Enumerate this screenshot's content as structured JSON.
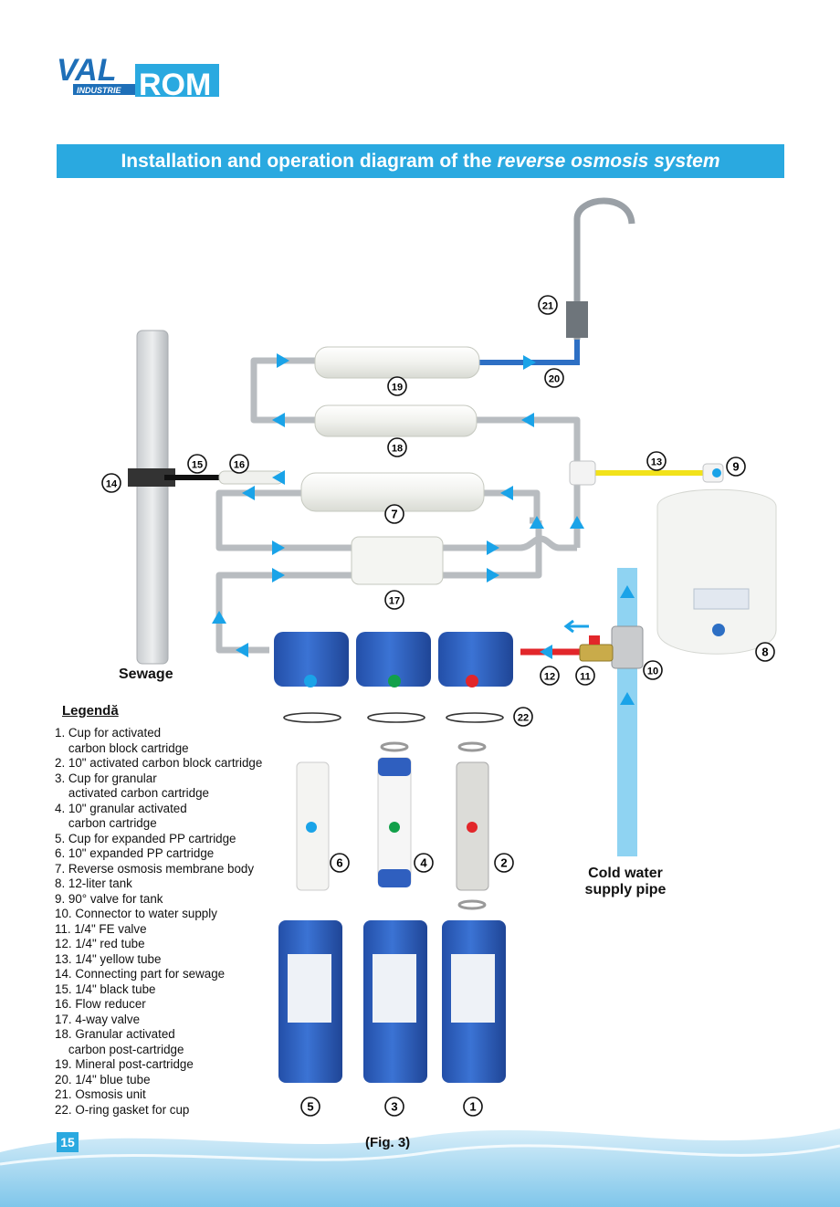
{
  "brand": {
    "logo_top": "VAL",
    "logo_rom": "ROM",
    "logo_sub": "INDUSTRIE"
  },
  "banner": {
    "title_plain": "Installation and operation diagram of the",
    "title_italic": "reverse osmosis system"
  },
  "labels": {
    "sewage": "Sewage",
    "cold_water_line1": "Cold water",
    "cold_water_line2": "supply pipe"
  },
  "callouts": [
    "1",
    "2",
    "3",
    "4",
    "5",
    "6",
    "7",
    "8",
    "9",
    "10",
    "11",
    "12",
    "13",
    "14",
    "15",
    "16",
    "17",
    "18",
    "19",
    "20",
    "21",
    "22"
  ],
  "legend": {
    "title": "Legendă",
    "items": [
      "1. Cup for activated",
      "    carbon block cartridge",
      "2. 10\" activated carbon block cartridge",
      "3. Cup for granular",
      "    activated carbon cartridge",
      "4. 10\" granular activated",
      "    carbon cartridge",
      "5. Cup for expanded PP cartridge",
      "6. 10\" expanded PP cartridge",
      "7. Reverse osmosis membrane body",
      "8. 12-liter tank",
      "9. 90° valve for tank",
      "10. Connector to water supply",
      "11. 1/4\" FE valve",
      "12. 1/4\" red tube",
      "13. 1/4\" yellow tube",
      "14. Connecting part for sewage",
      "15. 1/4\" black tube",
      "16. Flow reducer",
      "17. 4-way valve",
      "18. Granular activated",
      "    carbon post-cartridge",
      "19. Mineral post-cartridge",
      "20. 1/4\" blue tube",
      "21. Osmosis unit",
      "22. O-ring gasket for cup"
    ]
  },
  "figure_caption": "(Fig. 3)",
  "page_number": "15",
  "colors": {
    "accent": "#2aa9e0",
    "tube_gray": "#b8bcc0",
    "tube_blue": "#2d6fc4",
    "tube_red": "#e2262a",
    "tube_yellow": "#f2e21a",
    "tube_black": "#111111",
    "housing_blue": "#2f5fbf",
    "dot_blue": "#1aa3e8",
    "dot_green": "#12a04a",
    "dot_red": "#e2262a"
  }
}
